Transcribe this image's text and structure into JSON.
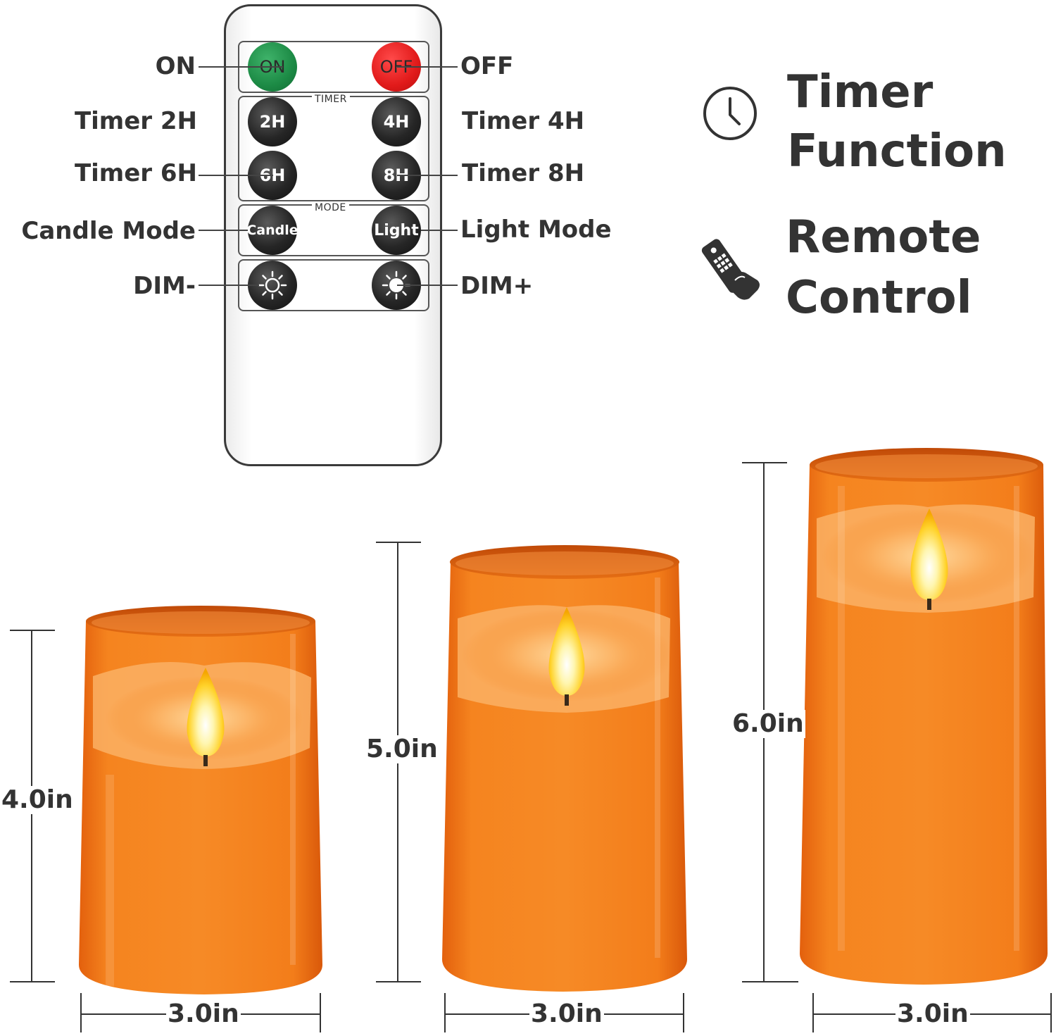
{
  "remote": {
    "group_labels": {
      "timer": "TIMER",
      "mode": "MODE"
    },
    "buttons": {
      "on": "ON",
      "off": "OFF",
      "t2": "2H",
      "t4": "4H",
      "t6": "6H",
      "t8": "8H",
      "candle": "Candle",
      "light": "Light"
    }
  },
  "labels": {
    "on": "ON",
    "off": "OFF",
    "timer_2h": "Timer 2H",
    "timer_4h": "Timer 4H",
    "timer_6h": "Timer 6H",
    "timer_8h": "Timer 8H",
    "candle_mode": "Candle Mode",
    "light_mode": "Light Mode",
    "dim_minus": "DIM-",
    "dim_plus": "DIM+"
  },
  "features": {
    "timer": {
      "line1": "Timer",
      "line2": "Function",
      "icon": "clock-icon"
    },
    "remote": {
      "line1": "Remote",
      "line2": "Control",
      "icon": "remote-hand-icon"
    }
  },
  "candles": [
    {
      "height": "4.0in",
      "width": "3.0in"
    },
    {
      "height": "5.0in",
      "width": "3.0in"
    },
    {
      "height": "6.0in",
      "width": "3.0in"
    }
  ],
  "colors": {
    "candle_orange": "#f07a18",
    "flame_yellow": "#ffe14a",
    "on_green": "#1c8a45",
    "off_red": "#e11a1a"
  }
}
